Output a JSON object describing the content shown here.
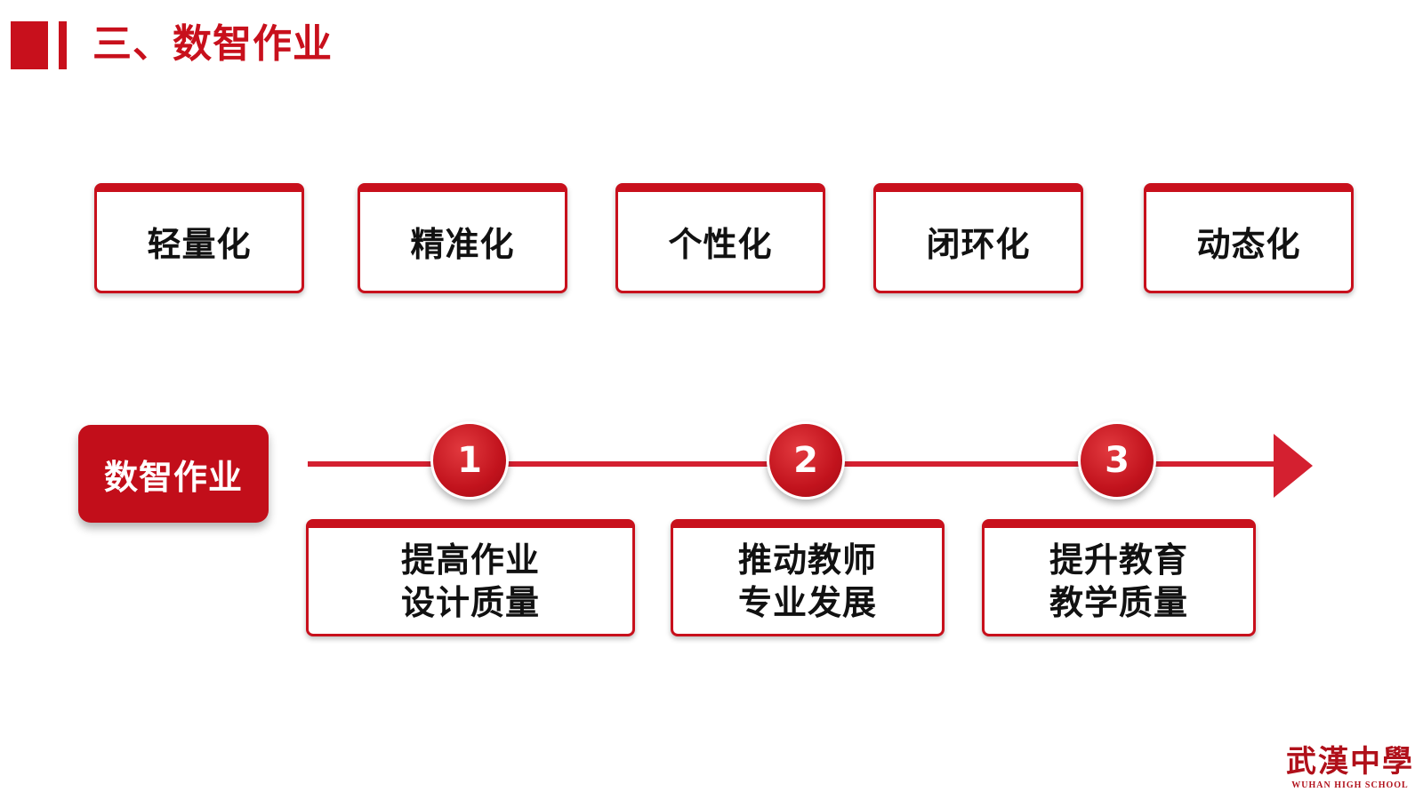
{
  "title": "三、数智作业",
  "features": [
    "轻量化",
    "精准化",
    "个性化",
    "闭环化",
    "动态化"
  ],
  "main_label": "数智作业",
  "steps": [
    {
      "number": "1",
      "lines": [
        "提高作业",
        "设计质量"
      ]
    },
    {
      "number": "2",
      "lines": [
        "推动教师",
        "专业发展"
      ]
    },
    {
      "number": "3",
      "lines": [
        "提升教育",
        "教学质量"
      ]
    }
  ],
  "logo": {
    "chinese": "武漢中學",
    "english": "WUHAN HIGH SCHOOL"
  },
  "colors": {
    "accent": "#c8101c",
    "text": "#111111",
    "background": "#ffffff"
  }
}
